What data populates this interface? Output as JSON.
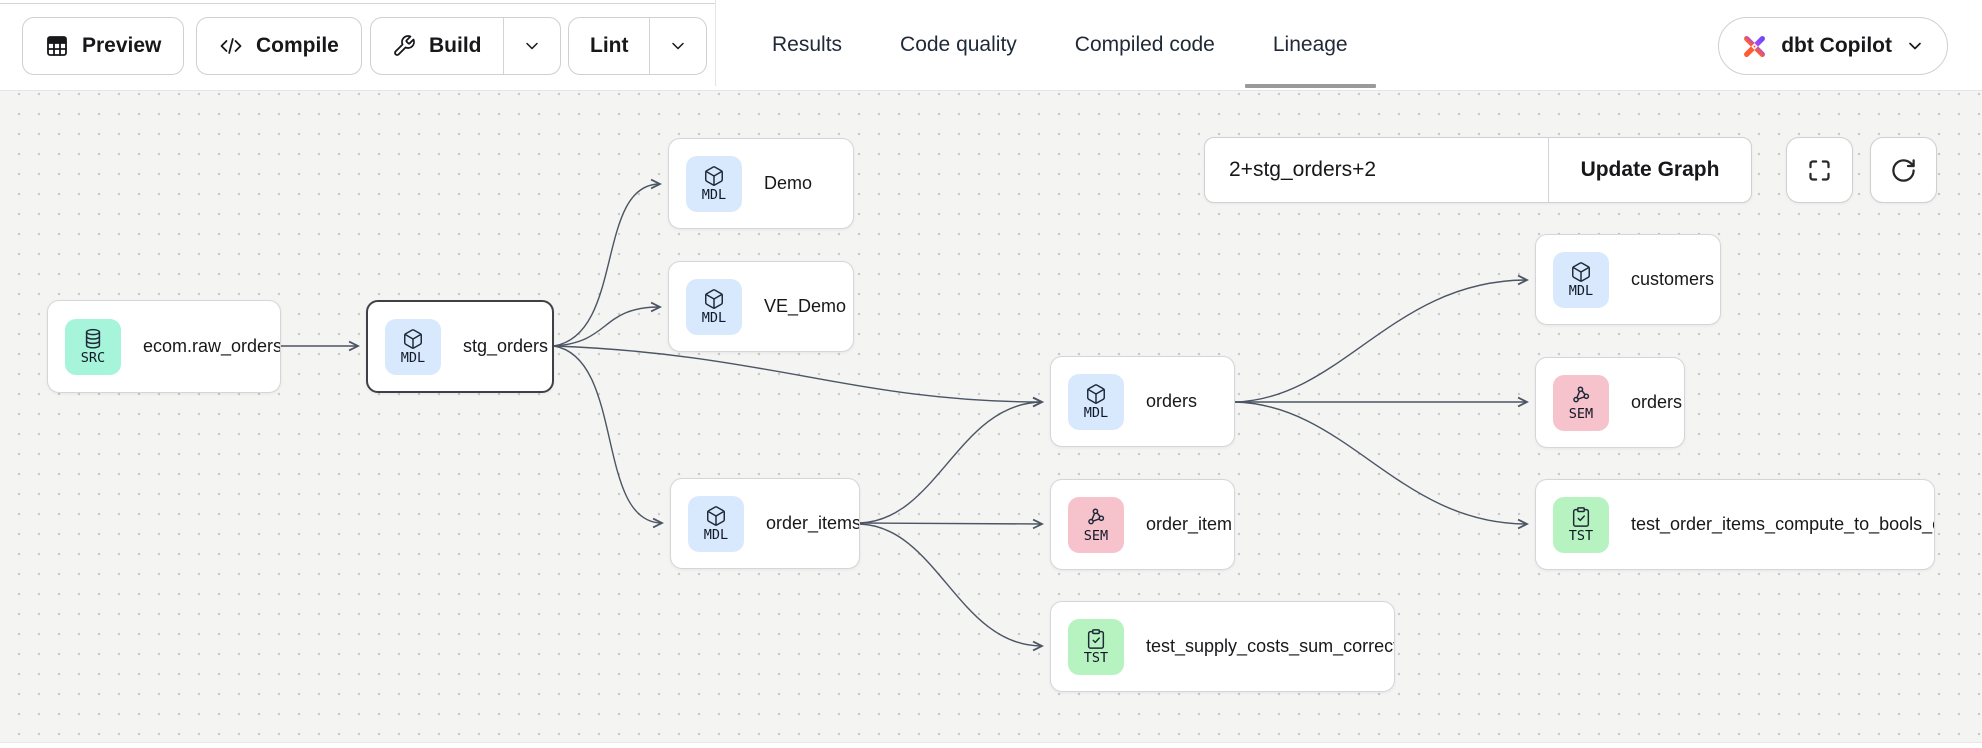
{
  "topbar": {
    "preview_label": "Preview",
    "compile_label": "Compile",
    "build_label": "Build",
    "lint_label": "Lint",
    "tabs": [
      {
        "label": "Results",
        "active": false
      },
      {
        "label": "Code quality",
        "active": false
      },
      {
        "label": "Compiled code",
        "active": false
      },
      {
        "label": "Lineage",
        "active": true
      }
    ],
    "copilot_label": "dbt Copilot"
  },
  "lineage_controls": {
    "selector_value": "2+stg_orders+2",
    "update_button_label": "Update Graph",
    "icons": [
      "fullscreen-icon",
      "refresh-icon"
    ]
  },
  "graph": {
    "nodes": [
      {
        "id": "ecom.raw_orders",
        "label": "ecom.raw_orders",
        "type": "source",
        "badge": "SRC",
        "selected": false
      },
      {
        "id": "stg_orders",
        "label": "stg_orders",
        "type": "model",
        "badge": "MDL",
        "selected": true
      },
      {
        "id": "Demo",
        "label": "Demo",
        "type": "model",
        "badge": "MDL",
        "selected": false
      },
      {
        "id": "VE_Demo",
        "label": "VE_Demo",
        "type": "model",
        "badge": "MDL",
        "selected": false
      },
      {
        "id": "order_items",
        "label": "order_items",
        "type": "model",
        "badge": "MDL",
        "selected": false
      },
      {
        "id": "orders_model",
        "label": "orders",
        "type": "model",
        "badge": "MDL",
        "selected": false
      },
      {
        "id": "order_item",
        "label": "order_item",
        "type": "semantic",
        "badge": "SEM",
        "selected": false
      },
      {
        "id": "test_supply_costs_sum_correctly",
        "label": "test_supply_costs_sum_correctly",
        "type": "test",
        "badge": "TST",
        "selected": false
      },
      {
        "id": "customers",
        "label": "customers",
        "type": "model",
        "badge": "MDL",
        "selected": false
      },
      {
        "id": "orders_semantic",
        "label": "orders",
        "type": "semantic",
        "badge": "SEM",
        "selected": false
      },
      {
        "id": "test_order_items_compute",
        "label": "test_order_items_compute_to_bools_c...",
        "type": "test",
        "badge": "TST",
        "selected": false
      }
    ],
    "edges": [
      {
        "from": "ecom.raw_orders",
        "to": "stg_orders"
      },
      {
        "from": "stg_orders",
        "to": "Demo"
      },
      {
        "from": "stg_orders",
        "to": "VE_Demo"
      },
      {
        "from": "stg_orders",
        "to": "orders_model"
      },
      {
        "from": "stg_orders",
        "to": "order_items"
      },
      {
        "from": "order_items",
        "to": "orders_model"
      },
      {
        "from": "order_items",
        "to": "order_item"
      },
      {
        "from": "order_items",
        "to": "test_supply_costs_sum_correctly"
      },
      {
        "from": "orders_model",
        "to": "customers"
      },
      {
        "from": "orders_model",
        "to": "orders_semantic"
      },
      {
        "from": "orders_model",
        "to": "test_order_items_compute"
      }
    ],
    "type_colors": {
      "source": "#a6f4d9",
      "model": "#d8e9fd",
      "semantic": "#f6c2cc",
      "test": "#b7f2c1"
    }
  }
}
